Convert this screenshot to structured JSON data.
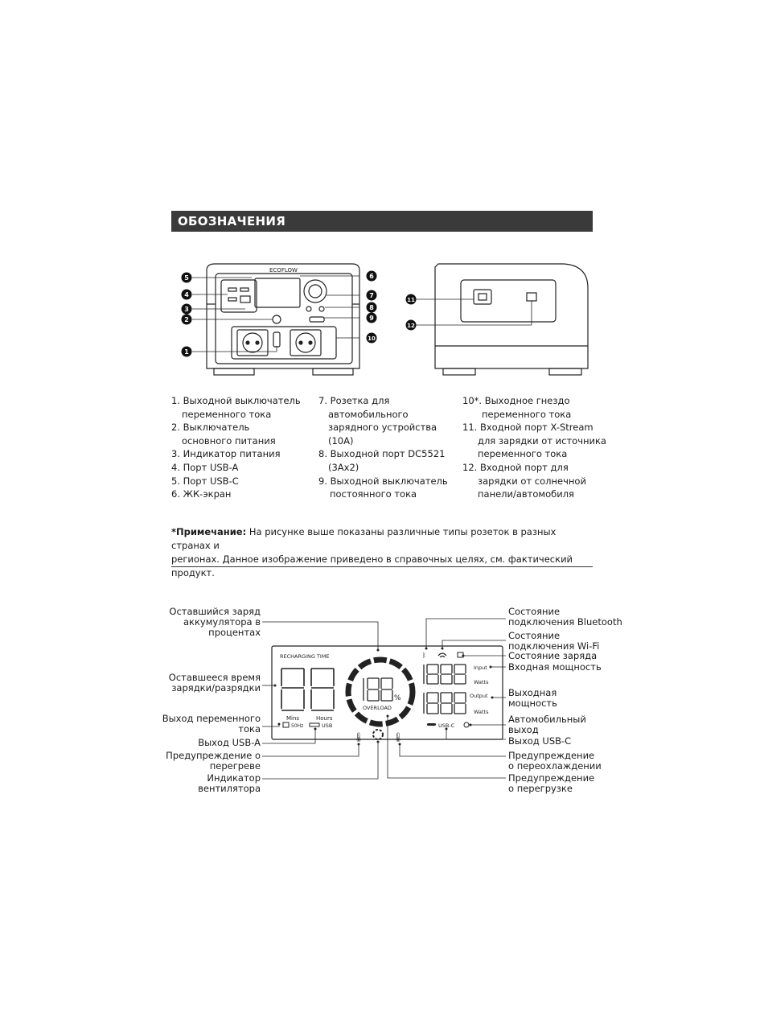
{
  "header": {
    "title": "ОБОЗНАЧЕНИЯ"
  },
  "front_device": {
    "brand": "ECOFLOW"
  },
  "callouts": [
    "1",
    "2",
    "3",
    "4",
    "5",
    "6",
    "7",
    "8",
    "9",
    "10",
    "11",
    "12"
  ],
  "legend": {
    "col1": [
      "1. Выходной выключатель",
      "переменного тока",
      "2. Выключатель",
      "основного питания",
      "3. Индикатор питания",
      "4. Порт USB-A",
      "5.  Порт USB-C",
      "6. ЖК-экран"
    ],
    "col2": [
      "7. Розетка для",
      "автомобильного",
      "зарядного устройства",
      "(10A)",
      "8. Выходной порт DC5521",
      "(3Ax2)",
      "9.  Выходной выключатель",
      "постоянного тока"
    ],
    "col3": [
      "10*. Выходное гнездо",
      "переменного тока",
      "11. Входной порт X-Stream",
      "для зарядки от источника",
      "переменного тока",
      "12. Входной порт для",
      "зарядки от солнечной",
      "панели/автомобиля"
    ]
  },
  "note": {
    "prefix": "*Примечание:",
    "line1": " На рисунке выше показаны различные типы розеток в разных странах и",
    "line2": "регионах. Данное изображение приведено в справочных целях, см. фактический продукт."
  },
  "lcd": {
    "recharging_time": "RECHARGING TIME",
    "mins": "Mins",
    "hours": "Hours",
    "percent": "%",
    "overload": "OVERLOAD",
    "input": "Input",
    "output": "Output",
    "watts": "Watts",
    "usb_c": "USB-C",
    "usb": "USB",
    "hz": "50Hz"
  },
  "lcd_labels": {
    "battery_percent": [
      "Оставшийся заряд",
      "аккумулятора в",
      "процентах"
    ],
    "remaining_time": [
      "Оставшееся время",
      "зарядки/разрядки"
    ],
    "ac_output": [
      "Выход переменного",
      "тока"
    ],
    "usb_a_output": "Выход USB-A",
    "overheat": [
      "Предупреждение о",
      "перегреве"
    ],
    "fan": [
      "Индикатор",
      "вентилятора"
    ],
    "bluetooth": [
      "Состояние",
      "подключения Bluetooth"
    ],
    "wifi": [
      "Состояние",
      "подключения Wi-Fi"
    ],
    "charge_state": "Состояние заряда",
    "input_power": "Входная мощность",
    "output_power": [
      "Выходная",
      "мощность"
    ],
    "car_output": [
      "Автомобильный",
      "выход"
    ],
    "usb_c_output": "Выход USB-C",
    "undercool": [
      "Предупреждение",
      "о переохлаждении"
    ],
    "overload_warn": [
      "Предупреждение",
      "о перегрузке"
    ]
  }
}
